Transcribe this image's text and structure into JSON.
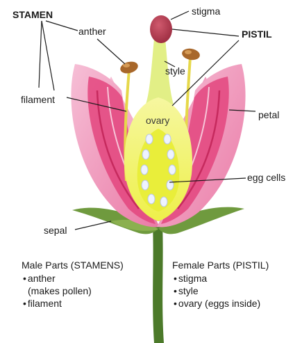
{
  "labels": {
    "stamen": "STAMEN",
    "anther": "anther",
    "filament": "filament",
    "stigma": "stigma",
    "pistil": "PISTIL",
    "style": "style",
    "ovary": "ovary",
    "petal": "petal",
    "egg_cells": "egg cells",
    "sepal": "sepal"
  },
  "male_parts": {
    "title": "Male Parts (STAMENS)",
    "items": [
      {
        "text": "anther",
        "sub": "(makes pollen)"
      },
      {
        "text": "filament",
        "sub": ""
      }
    ]
  },
  "female_parts": {
    "title": "Female Parts (PISTIL)",
    "items": [
      {
        "text": "stigma"
      },
      {
        "text": "style"
      },
      {
        "text": "ovary (eggs inside)"
      }
    ]
  },
  "colors": {
    "petal_outer": "#f0a3c2",
    "petal_inner": "#e3457e",
    "petal_vein": "#c62a5e",
    "pistil": "#f4f566",
    "stigma": "#b33a4e",
    "anther": "#a8672a",
    "sepal": "#6f9a3e",
    "stem": "#4c7a2a",
    "egg": "#eef3ff"
  }
}
